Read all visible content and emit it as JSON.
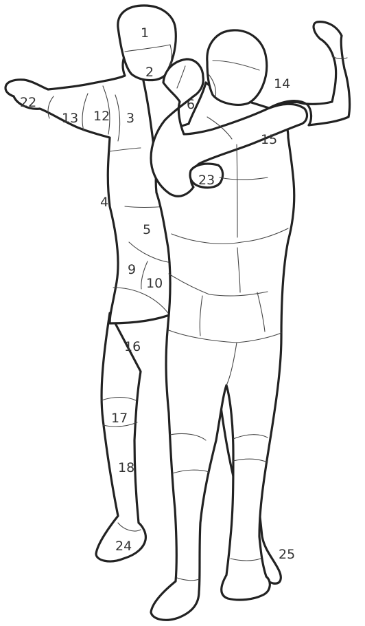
{
  "labels": {
    "l1": "1",
    "l2": "2",
    "l3": "3",
    "l4": "4",
    "l5": "5",
    "l6": "6",
    "l9": "9",
    "l10": "10",
    "l12": "12",
    "l13": "13",
    "l14": "14",
    "l15": "15",
    "l16": "16",
    "l17": "17",
    "l18": "18",
    "l22": "22",
    "l23": "23",
    "l24": "24",
    "l25": "25"
  }
}
